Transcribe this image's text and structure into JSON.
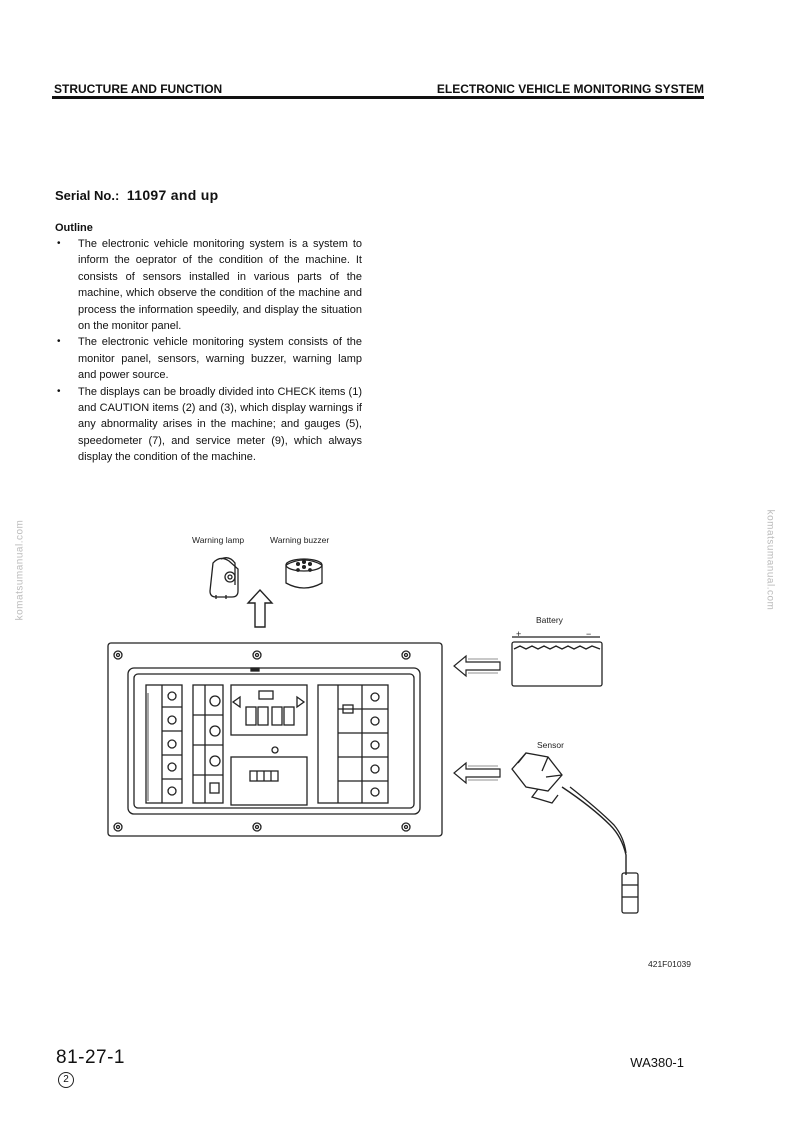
{
  "header": {
    "left": "STRUCTURE AND FUNCTION",
    "right": "ELECTRONIC VEHICLE MONITORING SYSTEM"
  },
  "serial": {
    "label": "Serial No.:",
    "number": "11097 and up"
  },
  "outline": {
    "heading": "Outline",
    "bullets": [
      "The electronic vehicle monitoring system is a system to inform the oeprator of the condition of the machine. It consists of sensors installed in various parts of the machine, which observe the condition of the machine and process the information speedily, and display the situation on the monitor panel.",
      "The electronic vehicle monitoring system consists of the monitor panel, sensors, warning buzzer, warning lamp and power source.",
      "The displays can be broadly divided into CHECK items (1) and CAUTION items (2) and (3), which display warnings if any abnormality arises in the machine; and gauges (5), speedometer (7), and service meter (9), which always display the condition of the machine."
    ]
  },
  "figure": {
    "label_warning_lamp": "Warning lamp",
    "label_warning_buzzer": "Warning buzzer",
    "label_battery": "Battery",
    "label_sensor": "Sensor",
    "battery_plus": "+",
    "battery_minus": "−",
    "figure_code": "421F01039"
  },
  "watermark": "komatsumanual.com",
  "footer": {
    "page_number": "81-27-1",
    "revision": "2",
    "model": "WA380-1"
  }
}
